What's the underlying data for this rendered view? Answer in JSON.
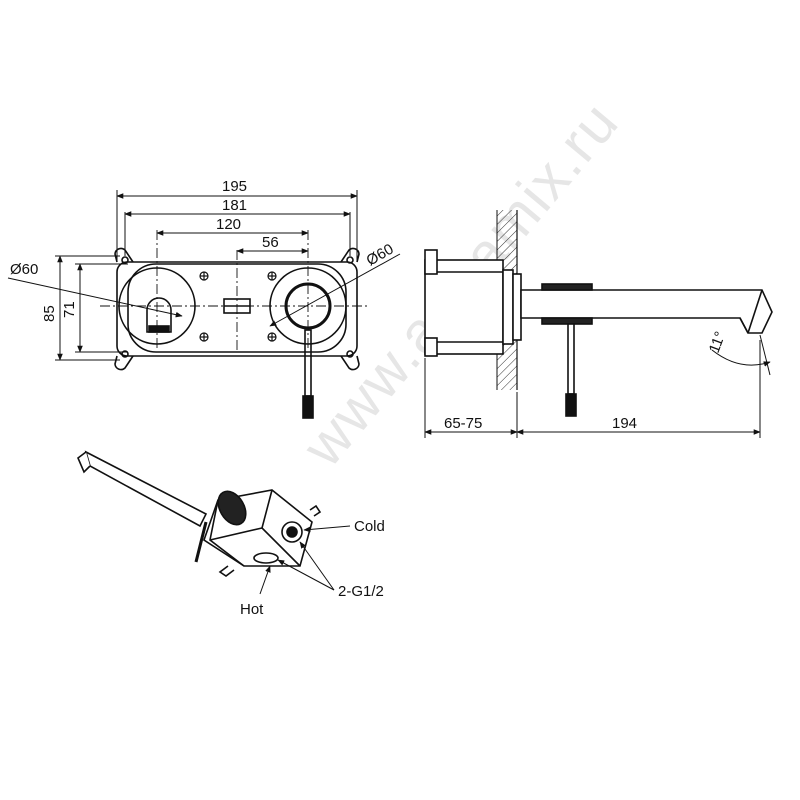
{
  "watermark": "www.aquamix.ru",
  "front_view": {
    "dims": {
      "overall_width": "195",
      "inner_width": "181",
      "hole_spacing": "120",
      "offset": "56",
      "dia_left": "Ø60",
      "dia_right": "Ø60",
      "height_outer": "85",
      "height_inner": "71"
    }
  },
  "side_view": {
    "dims": {
      "wall_depth": "65-75",
      "spout_length": "194",
      "spout_angle": "11°"
    }
  },
  "iso_view": {
    "labels": {
      "cold": "Cold",
      "hot": "Hot",
      "thread": "2-G1/2"
    }
  }
}
